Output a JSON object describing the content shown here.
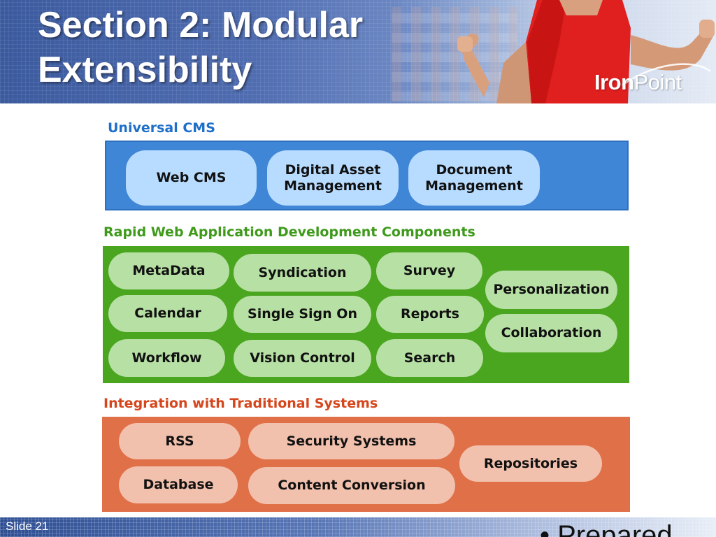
{
  "slide": {
    "title_line1": "Section 2: Modular",
    "title_line2": "Extensibility",
    "logo_text_bold": "Iron",
    "logo_text_light": "Point",
    "slide_number": "Slide 21",
    "partial_bullet": "• Prepared"
  },
  "colors": {
    "blue_band": "#3f86d6",
    "blue_pill": "#b8dcff",
    "green_band": "#4aa51f",
    "green_pill": "#b7e0a4",
    "orange_band": "#e07048",
    "orange_pill": "#f2c1ad",
    "blue_title": "#1e6fc9",
    "green_title": "#3f9a1c",
    "orange_title": "#d6461c"
  },
  "sections": {
    "cms": {
      "title": "Universal CMS",
      "items": [
        "Web CMS",
        "Digital Asset Management",
        "Document Management"
      ]
    },
    "rad": {
      "title": "Rapid Web Application Development Components",
      "items": [
        "MetaData",
        "Syndication",
        "Survey",
        "Personalization",
        "Calendar",
        "Single Sign On",
        "Reports",
        "Collaboration",
        "Workflow",
        "Vision Control",
        "Search"
      ]
    },
    "integration": {
      "title": "Integration with Traditional Systems",
      "items": [
        "RSS",
        "Security Systems",
        "Repositories",
        "Database",
        "Content Conversion"
      ]
    }
  }
}
